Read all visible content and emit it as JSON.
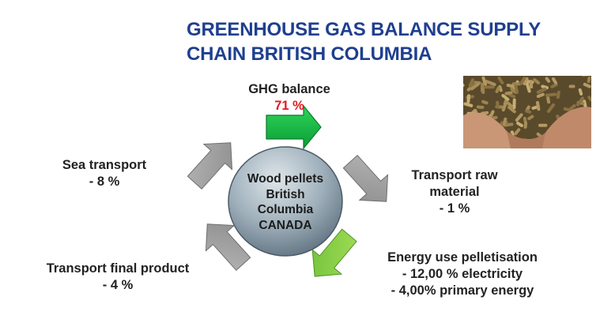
{
  "title": [
    "GREENHOUSE GAS BALANCE SUPPLY",
    "CHAIN BRITISH COLUMBIA"
  ],
  "center": {
    "lines": [
      "Wood pellets",
      "British",
      "Columbia",
      "CANADA"
    ]
  },
  "ghg": {
    "label": "GHG balance",
    "value": "71 %"
  },
  "transport_raw": {
    "lines": [
      "Transport raw",
      "material",
      "- 1 %"
    ]
  },
  "energy": {
    "lines": [
      "Energy use pelletisation",
      "- 12,00 % electricity",
      "- 4,00% primary energy"
    ]
  },
  "transport_final": {
    "lines": [
      "Transport final product",
      "- 4 %"
    ]
  },
  "sea": {
    "lines": [
      "Sea transport",
      "- 8 %"
    ]
  },
  "colors": {
    "title": "#1f3f8f",
    "ghg_value": "#e0191e",
    "arrow_gray": "#a6a6a6",
    "arrow_green_dark": "#10b042",
    "arrow_green_light": "#8fcf47"
  },
  "image": {
    "name": "wood-pellets-in-hands-photo"
  }
}
